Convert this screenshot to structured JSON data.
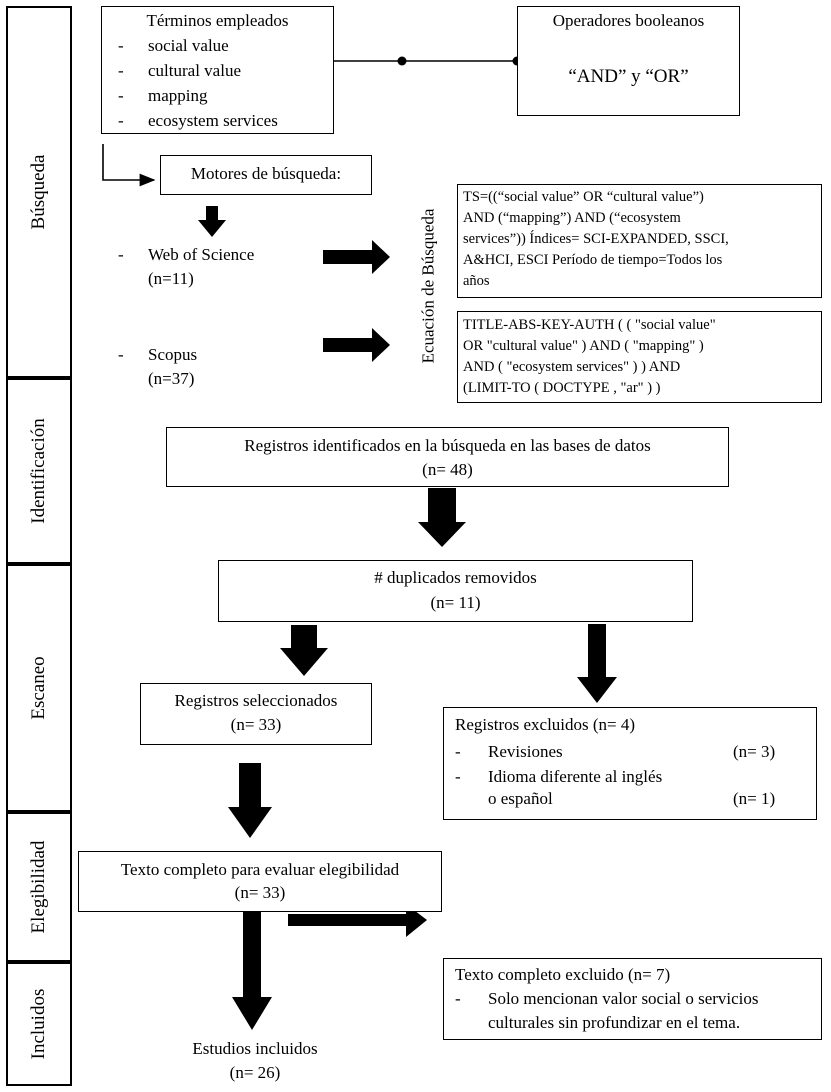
{
  "stages": {
    "busqueda": "Búsqueda",
    "identificacion": "Identificación",
    "escaneo": "Escaneo",
    "elegibilidad": "Elegibilidad",
    "incluidos": "Incluidos"
  },
  "terminos": {
    "title": "Términos empleados",
    "items": [
      "social value",
      "cultural value",
      "mapping",
      "ecosystem services"
    ]
  },
  "operadores": {
    "title": "Operadores booleanos",
    "value": "“AND” y “OR”"
  },
  "motores": {
    "title": "Motores de búsqueda:",
    "wos_name": "Web of Science",
    "wos_count": "(n=11)",
    "scopus_name": "Scopus",
    "scopus_count": "(n=37)"
  },
  "ecuacion": {
    "label": "Ecuación de Búsqueda",
    "wos_lines": [
      "TS=((“social value” OR “cultural value”)",
      "AND (“mapping”) AND (“ecosystem",
      "services”)) Índices= SCI-EXPANDED, SSCI,",
      "A&HCI, ESCI Período de tiempo=Todos los",
      "años"
    ],
    "scopus_lines": [
      "TITLE-ABS-KEY-AUTH ( ( \"social value\"",
      "OR  \"cultural value\" )  AND  ( \"mapping\" )",
      "AND  ( \"ecosystem services\" ) )  AND",
      "(LIMIT-TO ( DOCTYPE ,  \"ar\" ) )"
    ]
  },
  "identificados": {
    "title": "Registros identificados en la búsqueda en las bases de datos",
    "count": "(n= 48)"
  },
  "duplicados": {
    "title": "# duplicados removidos",
    "count": "(n= 11)"
  },
  "seleccionados": {
    "title": "Registros seleccionados",
    "count": "(n= 33)"
  },
  "excluidos": {
    "title": "Registros excluidos (n= 4)",
    "rev_label": "Revisiones",
    "rev_count": "(n= 3)",
    "idioma_line1": "Idioma diferente al inglés",
    "idioma_line2": "o español",
    "idioma_count": "(n= 1)"
  },
  "texto_completo": {
    "title": "Texto completo para evaluar elegibilidad",
    "count": "(n= 33)"
  },
  "texto_excluido": {
    "title": "Texto completo excluido (n= 7)",
    "line1": "Solo mencionan valor social o servicios",
    "line2": "culturales sin profundizar en el tema."
  },
  "estudios": {
    "title": "Estudios incluidos",
    "count": "(n= 26)"
  }
}
